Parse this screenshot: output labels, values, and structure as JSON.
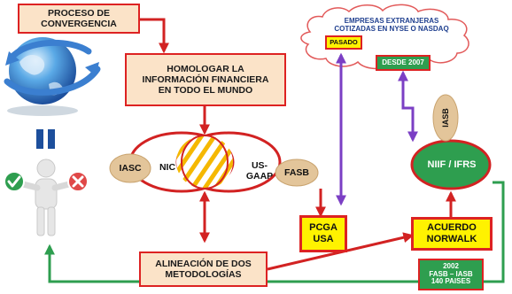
{
  "nodes": {
    "proceso": "PROCESO DE\nCONVERGENCIA",
    "homologar": "HOMOLOGAR LA\nINFORMACIÓN FINANCIERA\nEN TODO EL MUNDO",
    "iasc": "IASC",
    "nic": "NIC",
    "usgaap": "US-\nGAAP",
    "fasb": "FASB",
    "pcga": "PCGA\nUSA",
    "alineacion": "ALINEACIÓN DE DOS\nMETODOLOGÍAS",
    "empresas": "EMPRESAS EXTRANJERAS\nCOTIZADAS EN NYSE O NASDAQ",
    "pasado": "PASADO",
    "desde2007": "DESDE 2007",
    "iasb": "IASB",
    "niif": "NIIF / IFRS",
    "acuerdo": "ACUERDO\nNORWALK",
    "fasb_iasb": "2002\nFASB – IASB\n140 PAISES",
    "equals_sign": "="
  },
  "colors": {
    "red": "#d22222",
    "green": "#2e9e4f",
    "purple": "#7b3fc4",
    "peach": "#fbe3c8",
    "yellow": "#fff200",
    "stripe": "#f5b800"
  },
  "icons": [
    "globe-icon",
    "person-icon",
    "check-icon",
    "cross-icon",
    "cloud-icon"
  ]
}
